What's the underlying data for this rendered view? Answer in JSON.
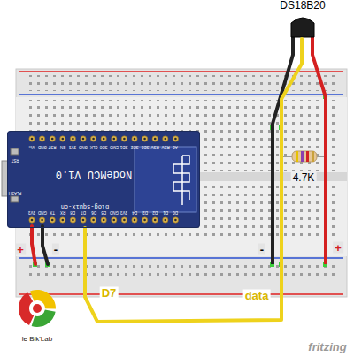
{
  "diagram": {
    "nodes": [
      {
        "text": [
          "NodeMCU V1.0",
          "blog-squix-ch"
        ]
      },
      {
        "text": [
          "DS18B20"
        ]
      }
    ],
    "edges": [
      {
        "from": 0,
        "to": 1,
        "arrow": "none"
      }
    ],
    "labels": [
      "4.7K",
      "D7",
      "data",
      "+",
      "-",
      "-",
      "+",
      "le Bik'Lab",
      "fritzing",
      "RST",
      "FLASH",
      "Vin",
      "GND",
      "RST",
      "EN",
      "3V3",
      "GND",
      "CLK",
      "SD0",
      "CMD",
      "SD1",
      "SD2",
      "SD3",
      "RSV",
      "RSV",
      "A0",
      "3V3",
      "GND",
      "TX",
      "RX",
      "D8",
      "D7",
      "D6",
      "D5",
      "GND",
      "3V3",
      "D4",
      "D3",
      "D2",
      "D1",
      "D0"
    ]
  }
}
